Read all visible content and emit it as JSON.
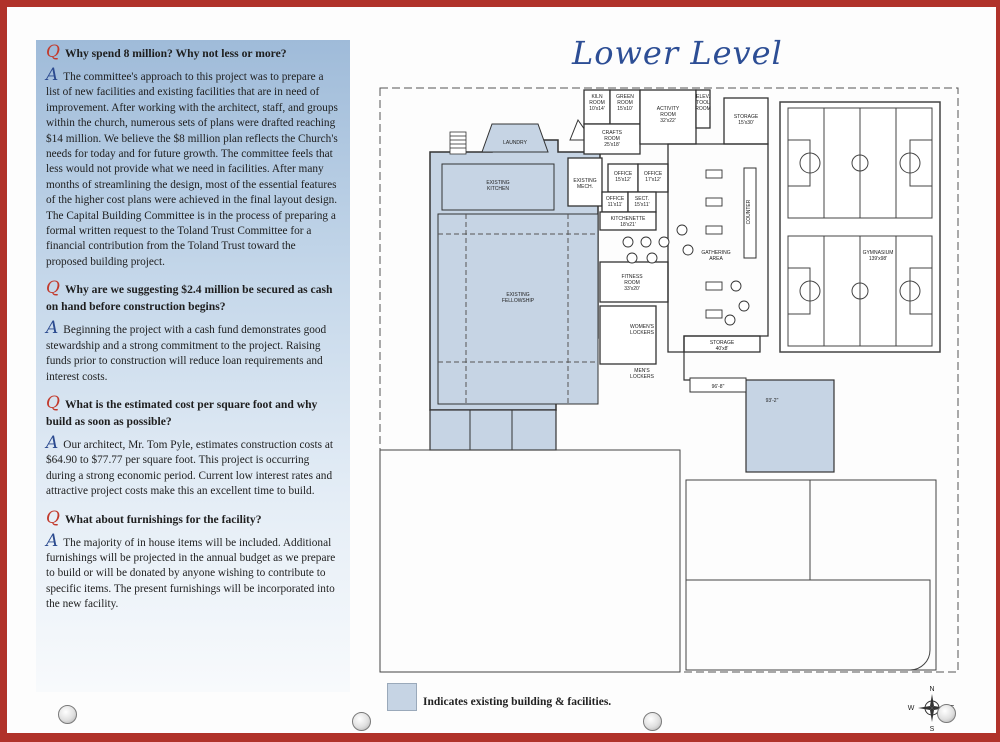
{
  "title": "Lower Level",
  "qa": [
    {
      "q": "Why spend 8 million? Why not less or more?",
      "a": "The committee's approach to this project was to prepare a list of new facilities and existing facilities that are in need of improvement. After working with the architect, staff, and groups within the church, numerous sets of plans were drafted reaching $14 million. We believe the $8 million plan reflects the Church's needs for today and for future growth. The committee feels that less would not provide what we need in facilities. After many months of streamlining the design, most of the essential features of the higher cost plans were achieved in the final layout design. The Capital Building Committee is in the process of preparing a formal written request to the Toland Trust Committee for a financial contribution from the Toland Trust toward the proposed building project."
    },
    {
      "q": "Why are we suggesting $2.4 million be secured as cash on hand before construction begins?",
      "a": "Beginning the project with a cash fund demonstrates good stewardship and a strong commitment to the project. Raising funds prior to construction will reduce loan requirements and interest costs."
    },
    {
      "q": "What is the estimated cost per square foot and why build as soon as possible?",
      "a": "Our architect, Mr. Tom Pyle, estimates construction costs at $64.90 to $77.77 per square foot. This project is occurring during a strong economic period. Current low interest rates and attractive project costs make this an excellent time to build."
    },
    {
      "q": "What about furnishings for the facility?",
      "a": "The majority of in house items will be included. Additional furnishings will be projected in the annual budget as we prepare to build or will be donated by anyone wishing to contribute to specific items. The present furnishings will be incorporated into the new facility."
    }
  ],
  "markers": {
    "q": "Q",
    "a": "A"
  },
  "rooms": {
    "kiln": [
      "KILN",
      "ROOM",
      "10'x14'"
    ],
    "green": [
      "GREEN",
      "ROOM",
      "15'x10'"
    ],
    "crafts": [
      "CRAFTS",
      "ROOM",
      "25'x18'"
    ],
    "activity": [
      "ACTIVITY",
      "ROOM",
      "32'x22'"
    ],
    "elev": [
      "ELEV.",
      "TOOL",
      "ROOM"
    ],
    "storage_top": [
      "STORAGE",
      "15'x30'"
    ],
    "laundry": "LAUNDRY",
    "kitchen": [
      "EXISTING",
      "KITCHEN"
    ],
    "mech": [
      "EXISTING",
      "MECH."
    ],
    "office1": [
      "OFFICE",
      "15'x12'"
    ],
    "office2": [
      "OFFICE",
      "17'x12'"
    ],
    "office3": [
      "OFFICE",
      "11'x11'"
    ],
    "sect": [
      "SECT.",
      "15'x11'"
    ],
    "kitchenette": [
      "KITCHENETTE",
      "18'x21'"
    ],
    "fellowship": [
      "EXISTING",
      "FELLOWSHIP"
    ],
    "fitness": [
      "FITNESS",
      "ROOM",
      "33'x20'"
    ],
    "gathering": [
      "GATHERING",
      "AREA"
    ],
    "counter": "COUNTER",
    "womens": [
      "WOMEN'S",
      "LOCKERS"
    ],
    "mens": [
      "MEN'S",
      "LOCKERS"
    ],
    "storage_mid": [
      "STORAGE",
      "40'x8'"
    ],
    "gym": [
      "GYMNASIUM",
      "139'x98'"
    ],
    "dim1": "96'-8\"",
    "dim2": "93'-2\""
  },
  "legend": "Indicates existing building & facilities.",
  "compass": {
    "n": "N",
    "s": "S",
    "e": "E",
    "w": "W"
  },
  "colors": {
    "existing_fill": "#c6d4e4",
    "border": "#b0322a",
    "title": "#2d4e95",
    "q_mark": "#c23a2c",
    "a_mark": "#2b4a8f"
  }
}
